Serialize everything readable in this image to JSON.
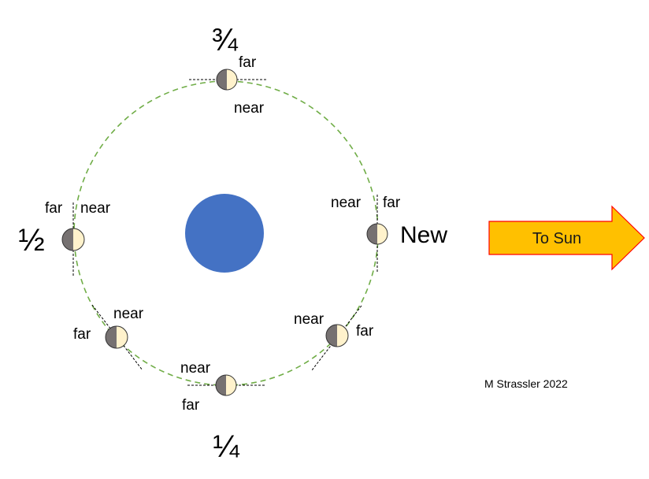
{
  "colors": {
    "earth": "#4472c4",
    "orbit": "#70ad47",
    "moon_lit": "#fff2cc",
    "moon_dark": "#767171",
    "arrow_fill": "#ffc000",
    "arrow_stroke": "#ff0000"
  },
  "phases": {
    "three_quarter": "¾",
    "half": "½",
    "quarter": "¼",
    "new": "New"
  },
  "labels": {
    "far": "far",
    "near": "near"
  },
  "arrow": {
    "label": "To Sun"
  },
  "credit": "M Strassler 2022"
}
